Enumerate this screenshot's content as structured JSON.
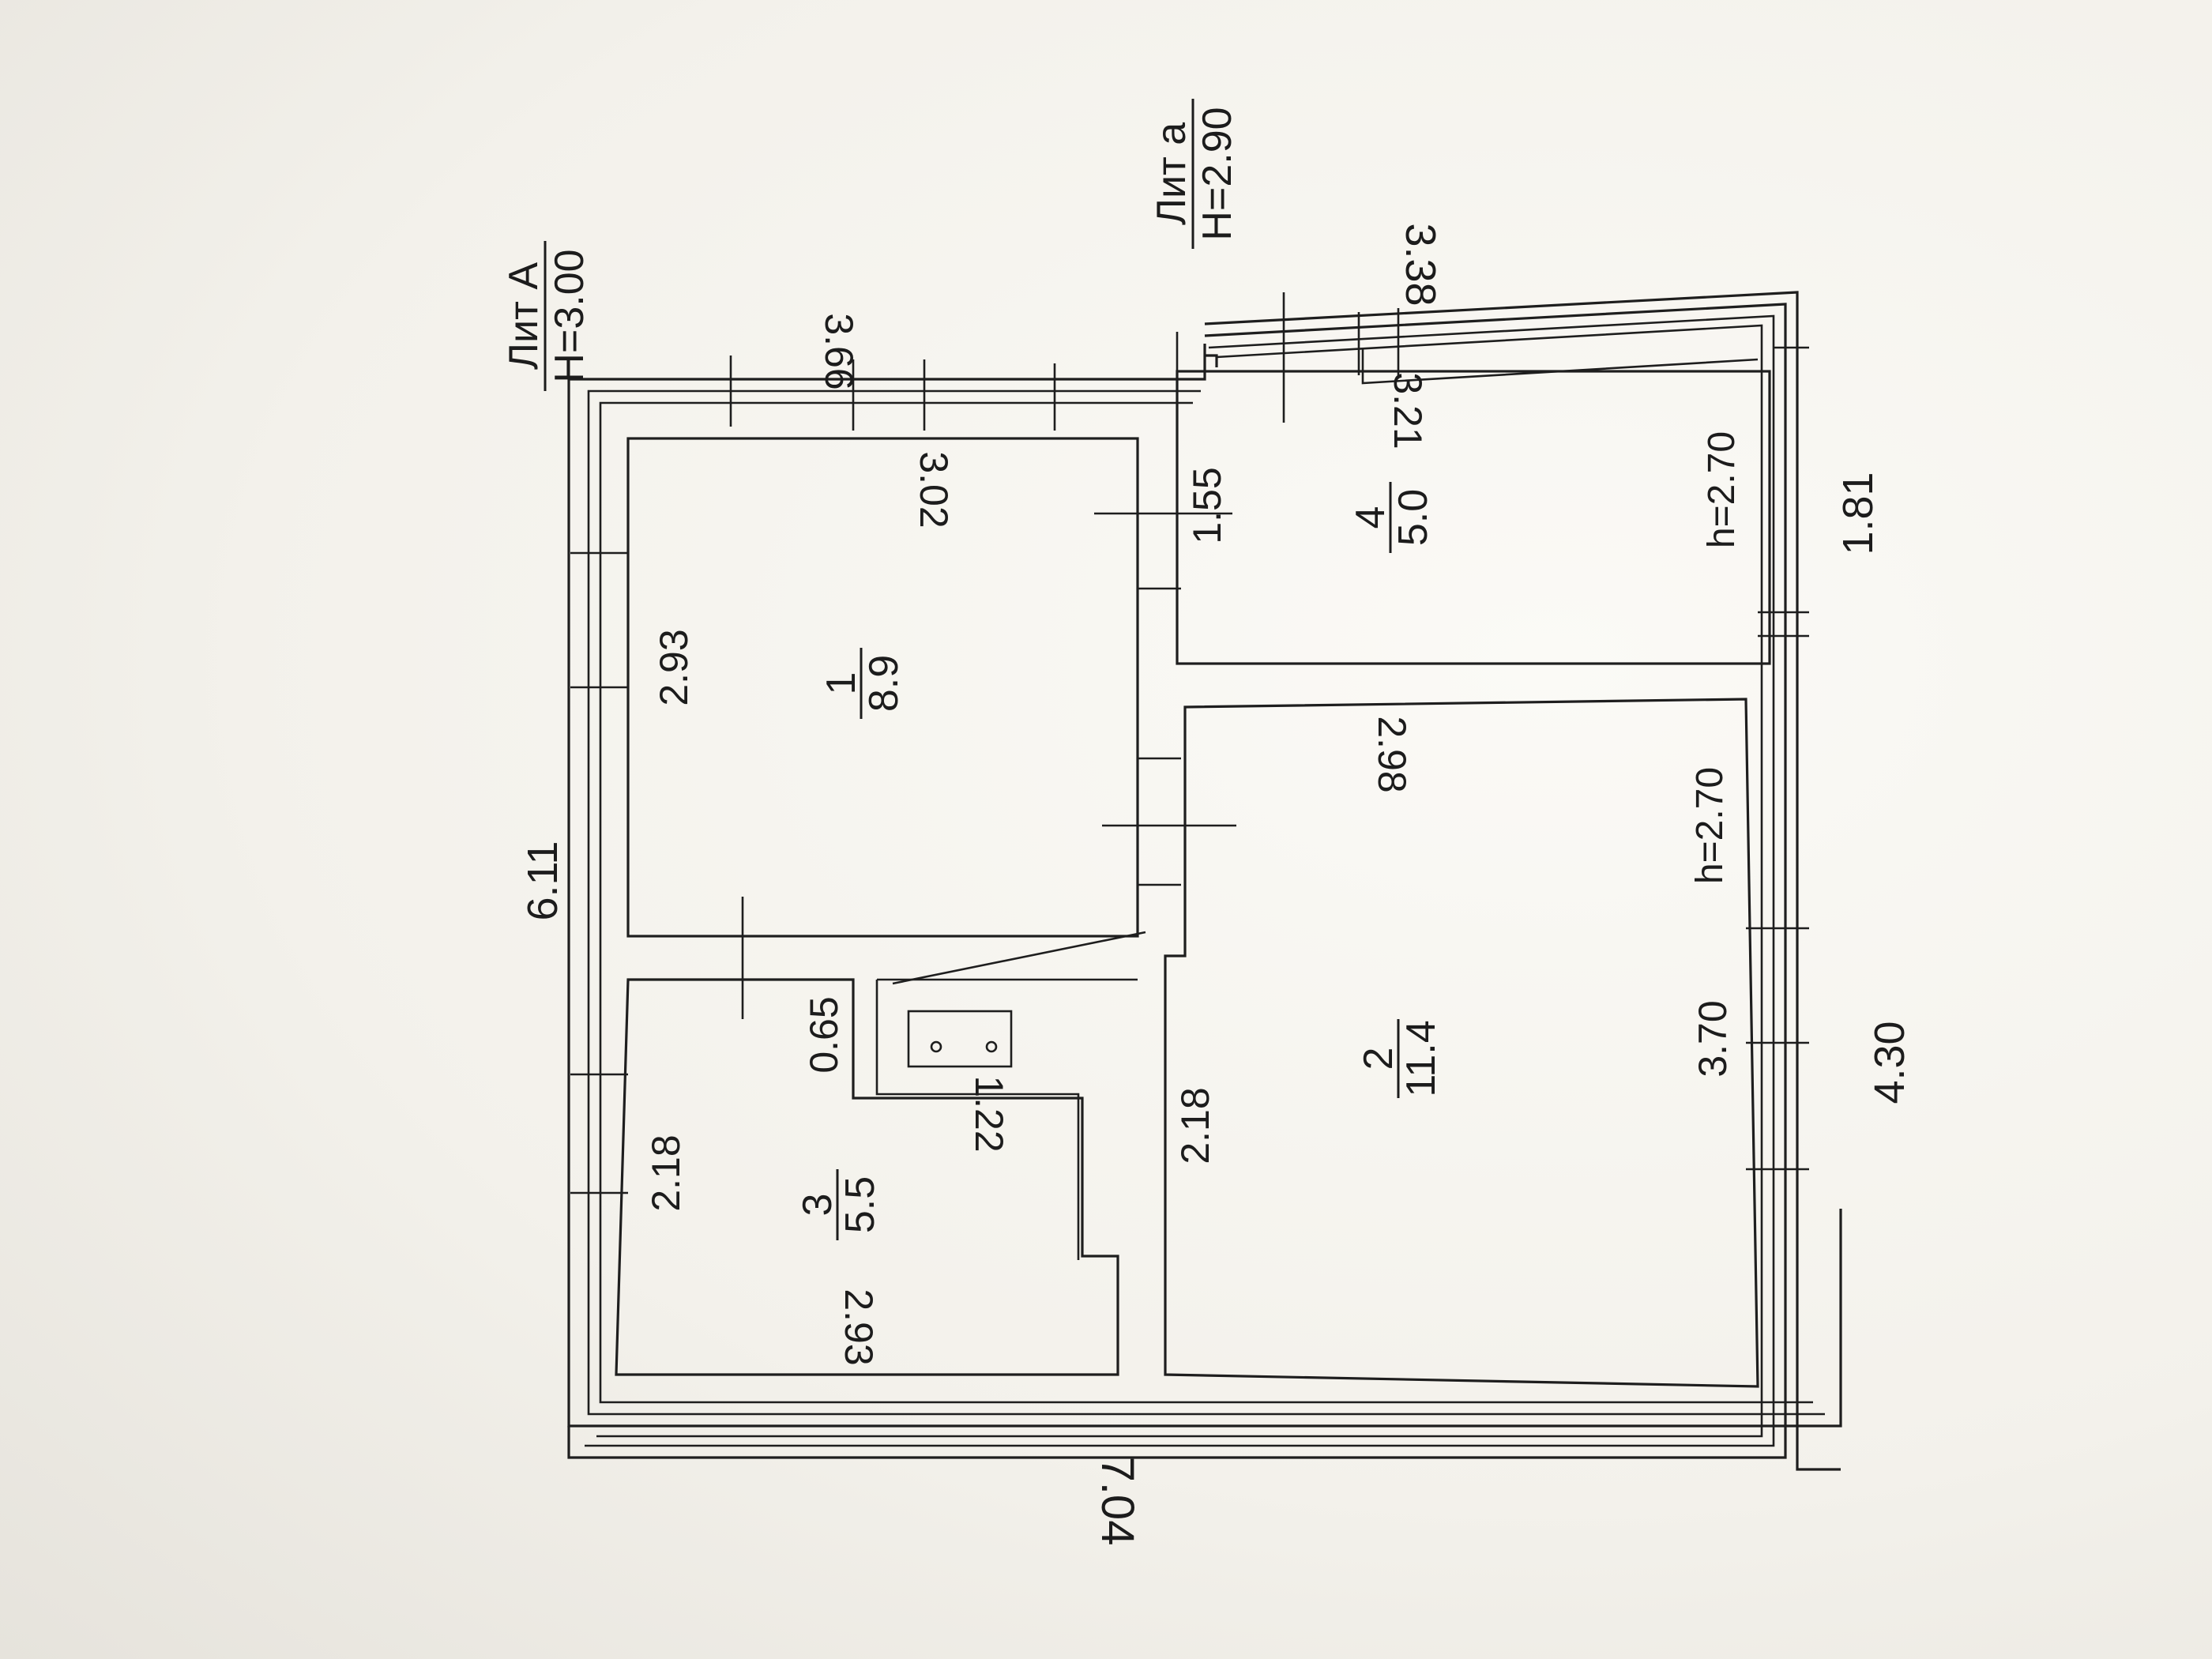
{
  "title_blocks": [
    {
      "name": "Лит А",
      "height": "H=3.00"
    },
    {
      "name": "Лит а",
      "height": "H=2.90"
    }
  ],
  "outer_dimensions": {
    "top_main": "6.11",
    "top_annex": "3.38",
    "left": "7.04",
    "bottom_right": "4.30",
    "bottom_annex": "1.81"
  },
  "rooms": [
    {
      "number": "1",
      "area": "8.9",
      "dims": [
        "2.93",
        "3.02"
      ]
    },
    {
      "number": "2",
      "area": "11.4",
      "dims": [
        "2.18",
        "3.70",
        "2.98"
      ],
      "height": "h=2.70"
    },
    {
      "number": "3",
      "area": "5.5",
      "dims": [
        "2.18",
        "2.93"
      ]
    },
    {
      "number": "4",
      "area": "5.0",
      "dims": [
        "1.55",
        "3.21"
      ],
      "height": "h=2.70"
    }
  ],
  "walls": {
    "main_thickness": "3.66",
    "closet_depth": "0.65",
    "closet_width": "1.22"
  }
}
